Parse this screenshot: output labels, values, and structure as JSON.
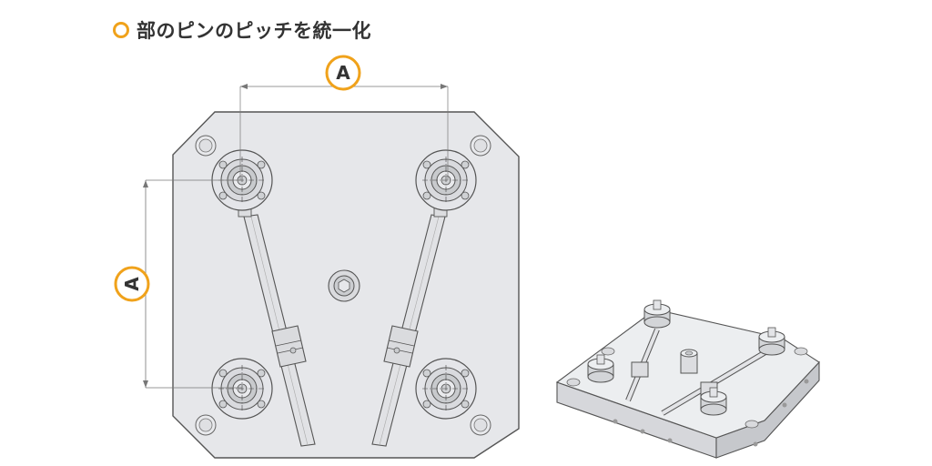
{
  "heading": {
    "icon": "circle-outline-icon",
    "text": "部のピンのピッチを統一化",
    "accent_color": "#f0a21b"
  },
  "dimensions": {
    "horizontal_label": "A",
    "vertical_label": "A"
  }
}
